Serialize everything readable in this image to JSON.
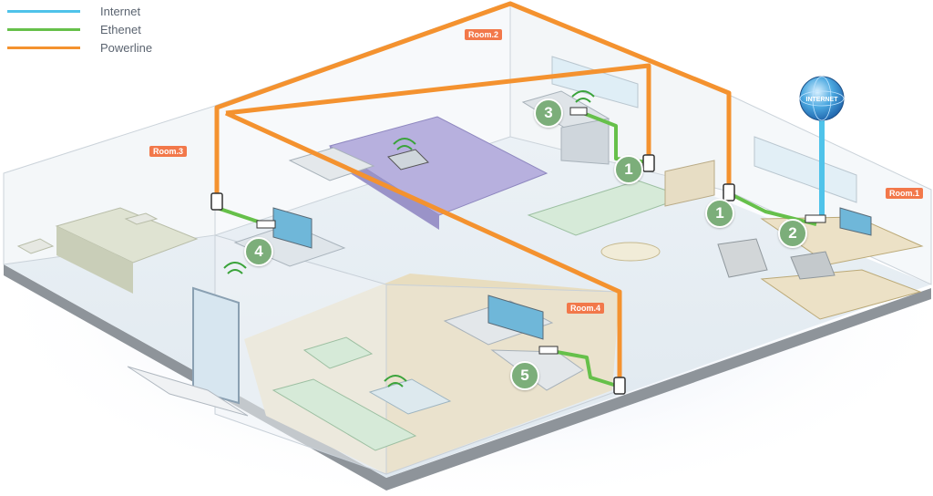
{
  "legend": [
    {
      "label": "Internet",
      "color": "#4fc3ea"
    },
    {
      "label": "Ethenet",
      "color": "#66c04a"
    },
    {
      "label": "Powerline",
      "color": "#f4922f"
    }
  ],
  "rooms": {
    "room1": "Room.1",
    "room2": "Room.2",
    "room3": "Room.3",
    "room4": "Room.4"
  },
  "markers": {
    "m1a": "1",
    "m1b": "1",
    "m2": "2",
    "m3": "3",
    "m4": "4",
    "m5": "5"
  },
  "globe_label": "INTERNET",
  "colors": {
    "internet": "#4fc3ea",
    "ethernet": "#66c04a",
    "powerline": "#f4922f",
    "marker": "#7cae7a",
    "room_tag": "#f2784a"
  }
}
